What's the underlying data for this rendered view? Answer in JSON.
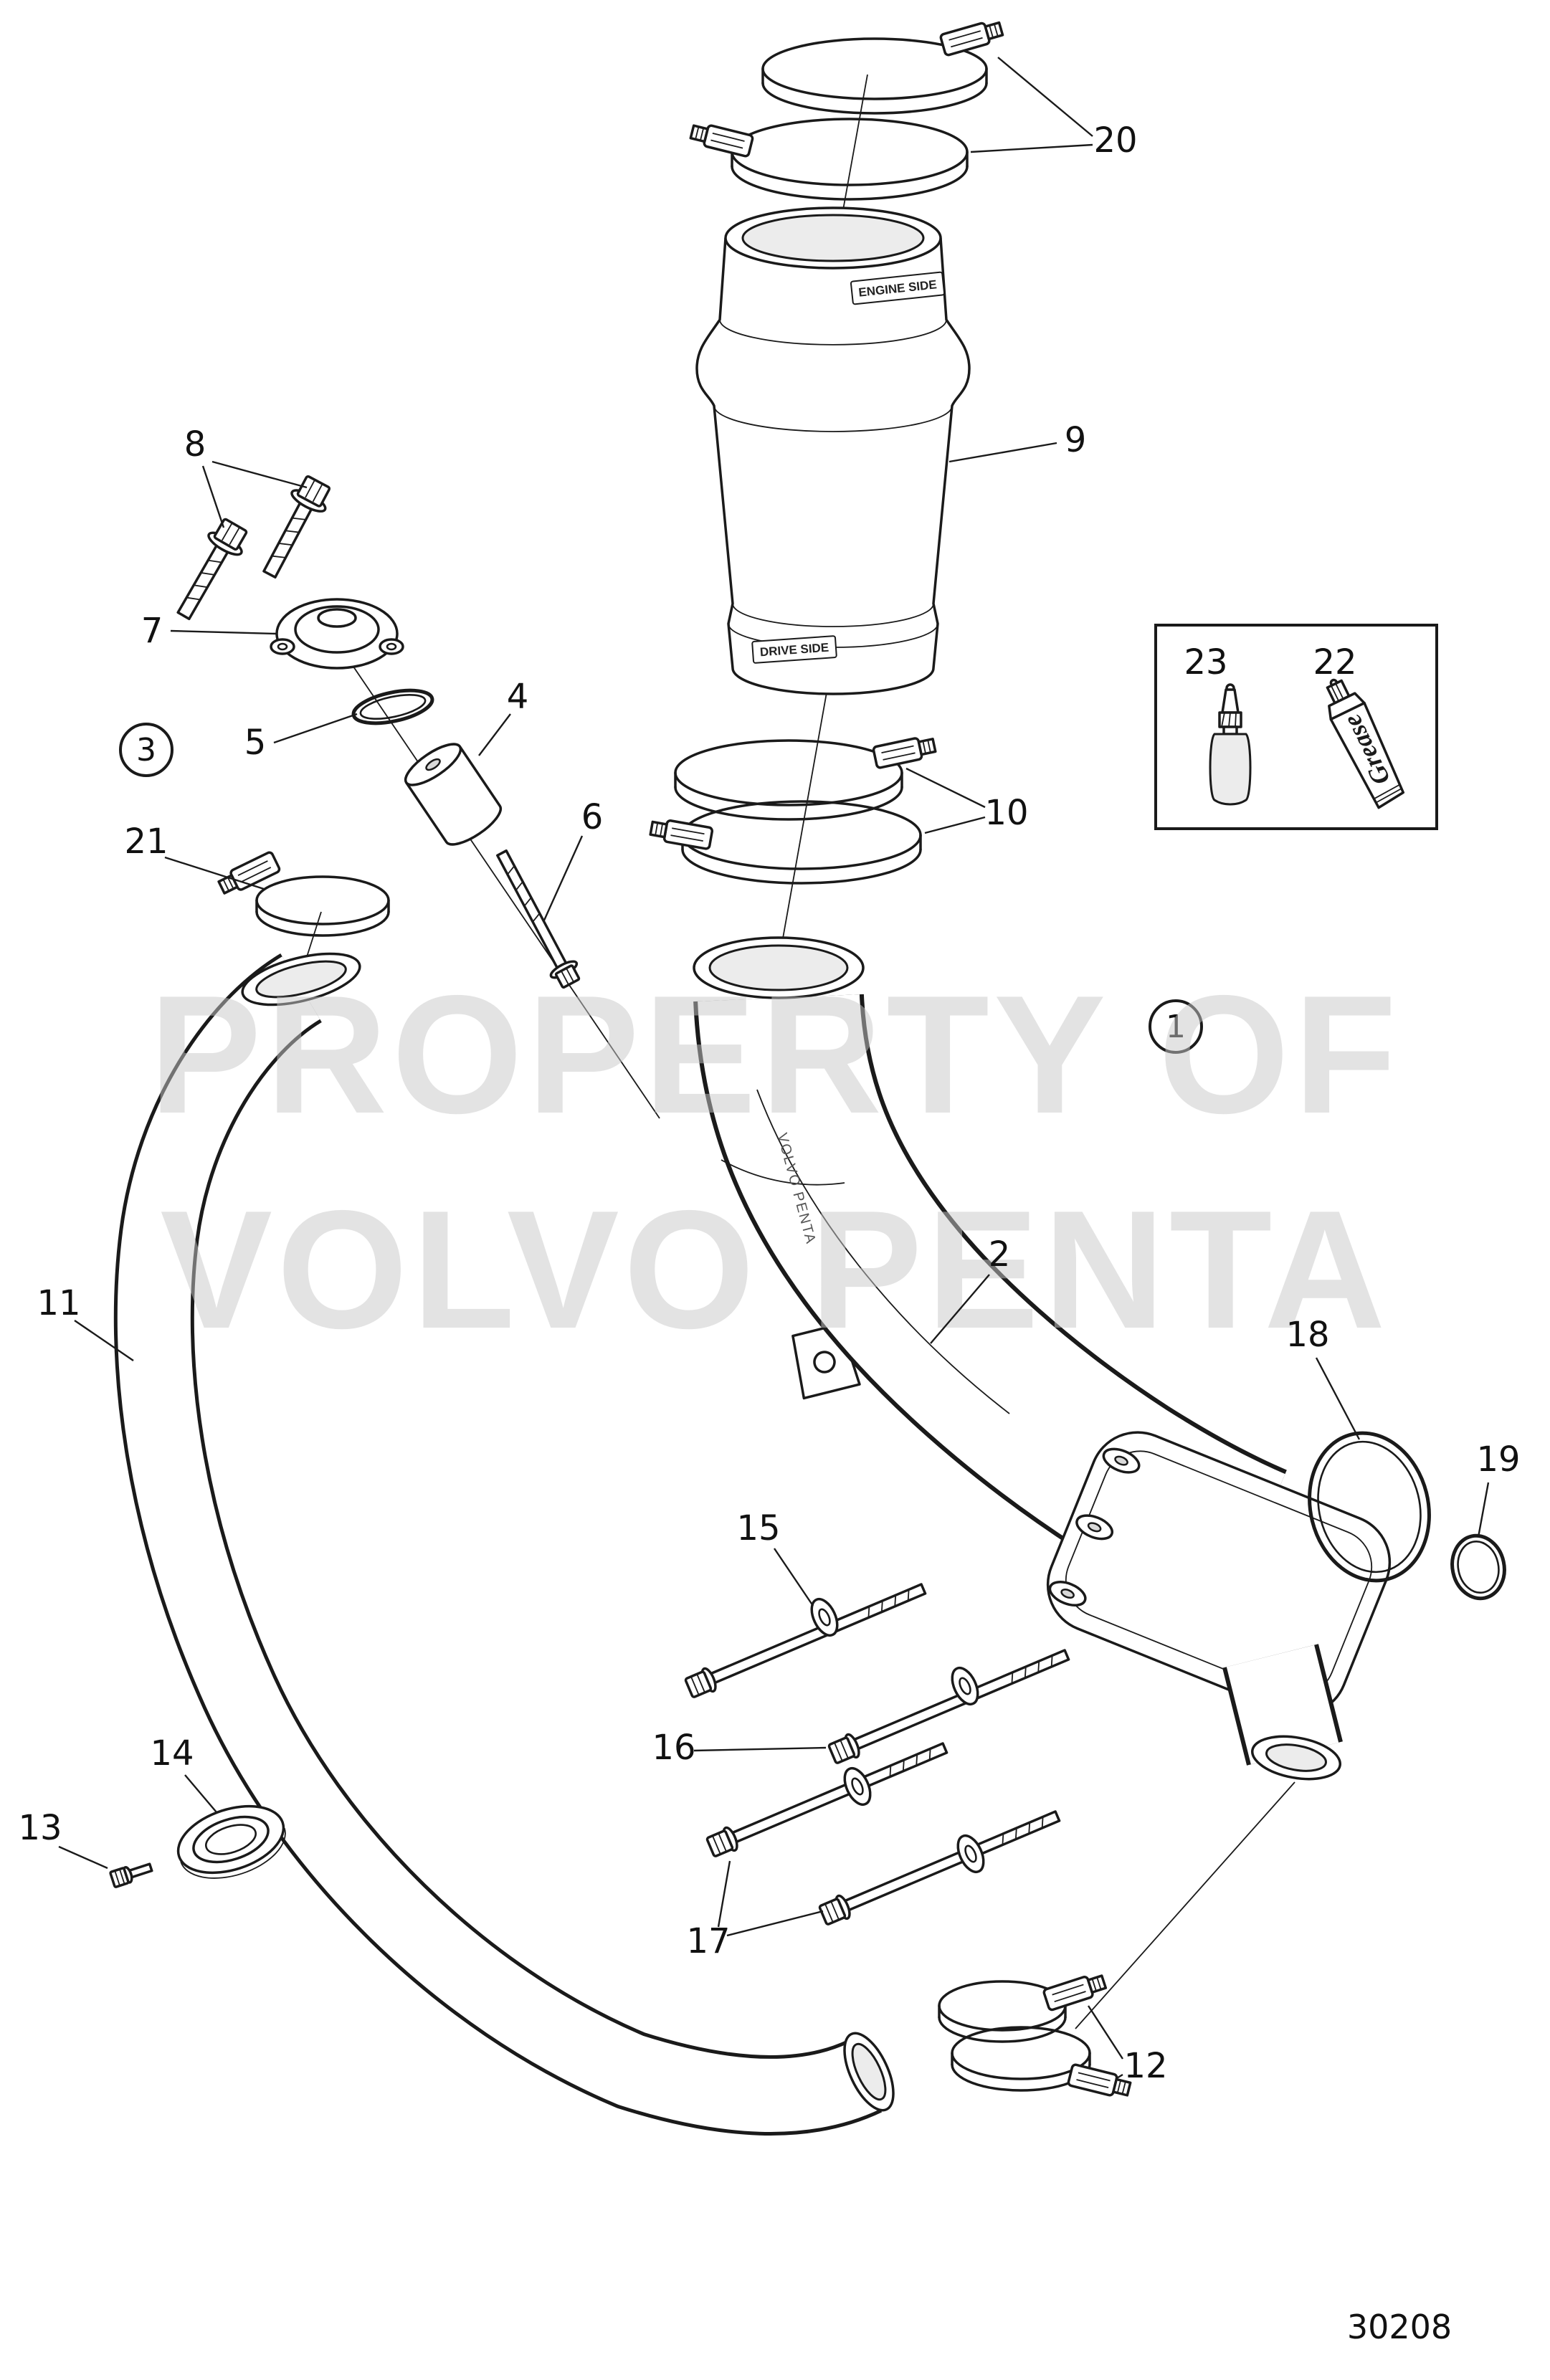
{
  "diagram": {
    "drawing_number": "30208",
    "watermark": {
      "line1": "PROPERTY OF",
      "line2": "VOLVO PENTA"
    },
    "labels": {
      "engine_side": "ENGINE SIDE",
      "drive_side": "DRIVE SIDE",
      "grease": "Grease",
      "pipe_marking": "VOLVO PENTA"
    },
    "callouts": {
      "c1": "1",
      "c2": "2",
      "c3": "3",
      "c4": "4",
      "c5": "5",
      "c6": "6",
      "c7": "7",
      "c8": "8",
      "c9": "9",
      "c10": "10",
      "c11": "11",
      "c12": "12",
      "c13": "13",
      "c14": "14",
      "c15": "15",
      "c16": "16",
      "c17": "17",
      "c18": "18",
      "c19": "19",
      "c20": "20",
      "c21": "21",
      "c22": "22",
      "c23": "23"
    }
  }
}
